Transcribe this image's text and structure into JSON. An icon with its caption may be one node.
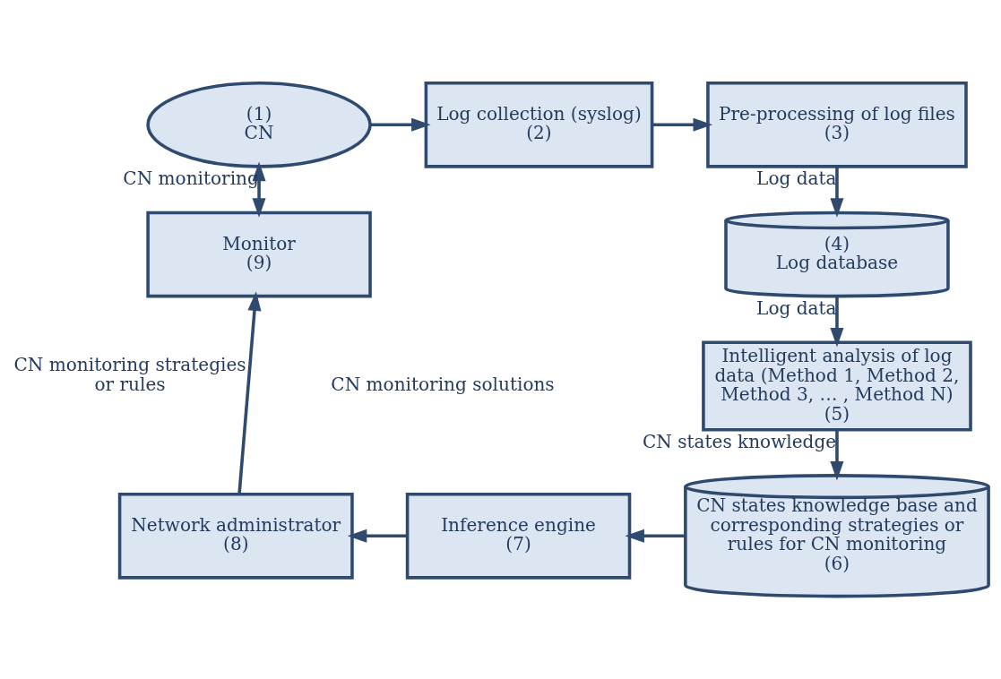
{
  "diagram": {
    "nodes": [
      {
        "text": [
          "(1)",
          "CN"
        ]
      },
      {
        "text": [
          "Log collection (syslog)",
          "(2)"
        ]
      },
      {
        "text": [
          "Pre-processing of log files",
          "(3)"
        ]
      },
      {
        "text": [
          "(4)",
          "Log database"
        ]
      },
      {
        "text": [
          "Intelligent analysis of log data (Method 1, Method 2, Method 3, … , Method N)",
          "(5)"
        ]
      },
      {
        "text": [
          "CN states knowledge base and corresponding strategies or rules for CN monitoring",
          "(6)"
        ]
      },
      {
        "text": [
          "Inference engine",
          "(7)"
        ]
      },
      {
        "text": [
          "Network administrator",
          "(8)"
        ]
      },
      {
        "text": [
          "Monitor",
          "(9)"
        ]
      }
    ],
    "edges": [
      {
        "from": 0,
        "to": 1,
        "arrow": "to"
      },
      {
        "from": 1,
        "to": 2,
        "arrow": "to"
      },
      {
        "from": 2,
        "to": 3,
        "arrow": "to",
        "label": "Log data"
      },
      {
        "from": 3,
        "to": 4,
        "arrow": "to",
        "label": "Log data"
      },
      {
        "from": 4,
        "to": 5,
        "arrow": "to",
        "label": "CN states knowledge"
      },
      {
        "from": 5,
        "to": 6,
        "arrow": "to"
      },
      {
        "from": 6,
        "to": 7,
        "arrow": "to"
      },
      {
        "from": 7,
        "to": 8,
        "arrow": "to",
        "label": "CN monitoring strategies or rules"
      },
      {
        "from": 0,
        "to": 8,
        "arrow": "both",
        "label": "CN monitoring"
      }
    ],
    "labels": [
      "CN monitoring solutions"
    ]
  }
}
